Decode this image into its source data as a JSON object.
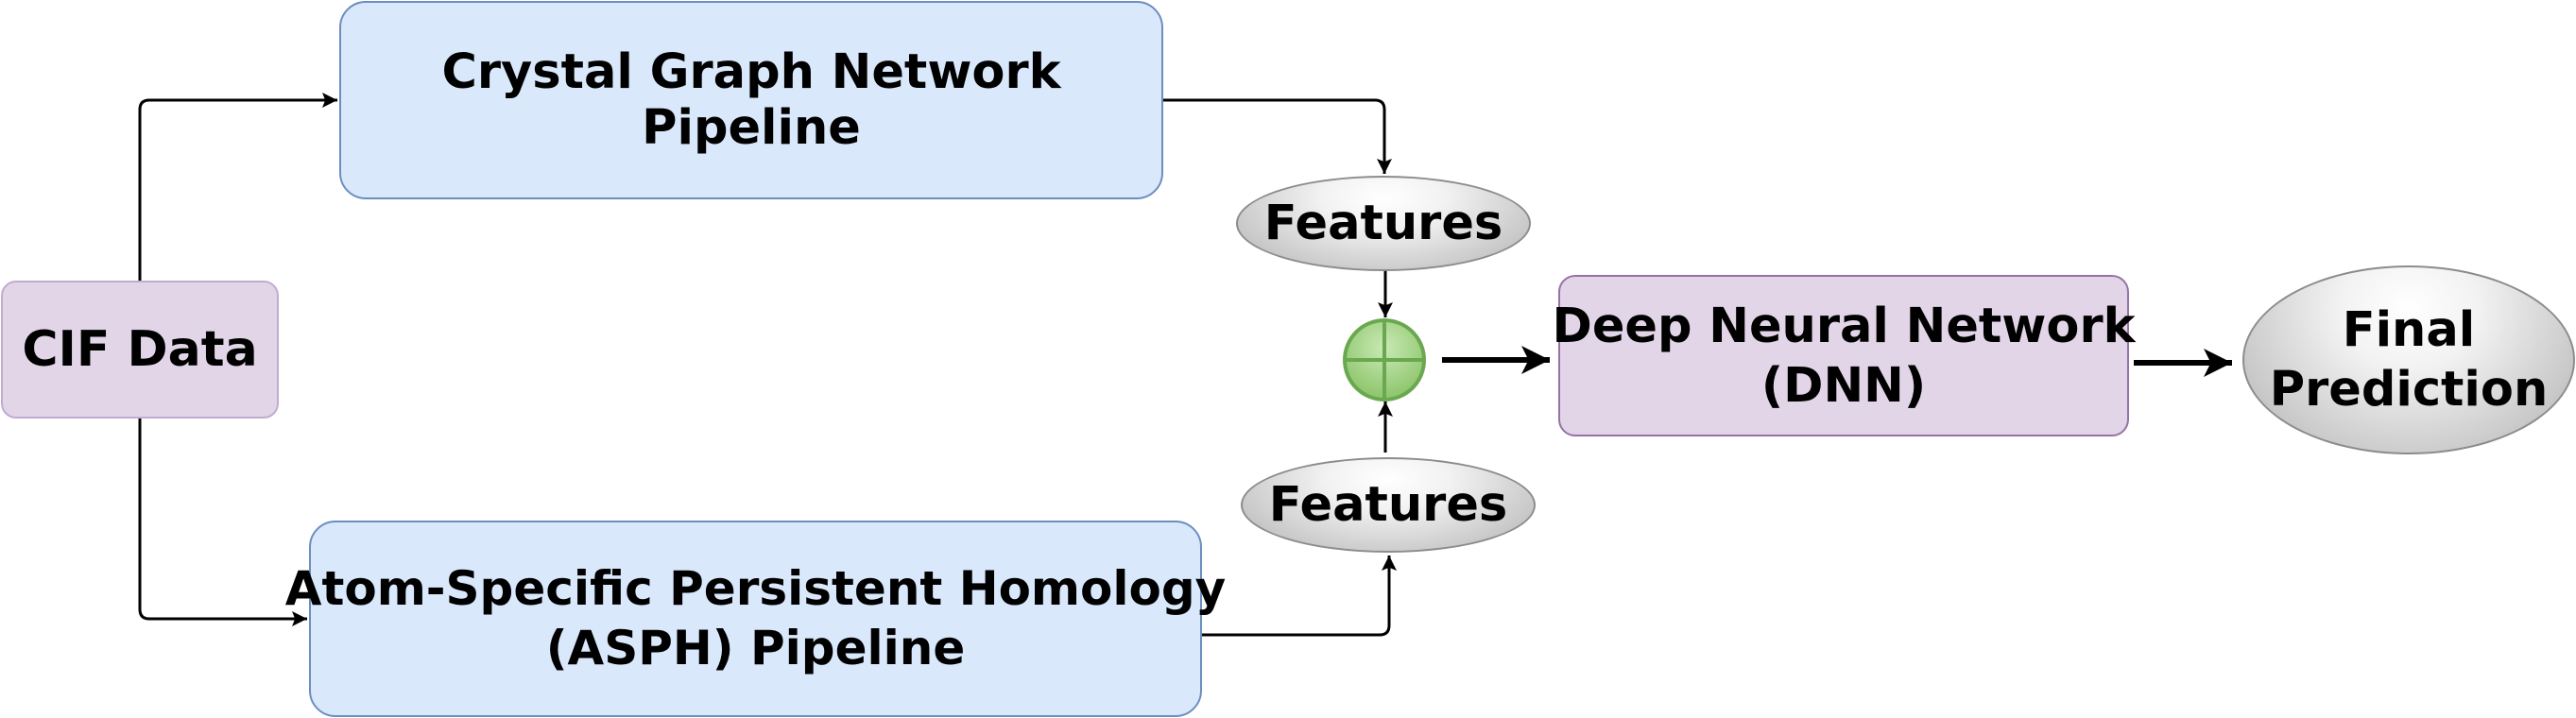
{
  "diagram": {
    "nodes": {
      "cif": {
        "label": "CIF Data"
      },
      "cgn": {
        "label": "Crystal Graph Network Pipeline"
      },
      "asph": {
        "line1": "Atom-Specific Persistent Homology",
        "line2": "(ASPH) Pipeline"
      },
      "features_top": {
        "label": "Features"
      },
      "features_bottom": {
        "label": "Features"
      },
      "dnn": {
        "line1": "Deep Neural Network",
        "line2": "(DNN)"
      },
      "final": {
        "line1": "Final",
        "line2": "Prediction"
      }
    },
    "colors": {
      "pipeline_fill": "#dae8fc",
      "pipeline_border": "#6c8ebf",
      "purple_fill": "#e1d5e7",
      "purple_border": "#9673a6",
      "combine_fill": "#9ed17d",
      "combine_border": "#82b366",
      "edge": "#000000"
    }
  }
}
